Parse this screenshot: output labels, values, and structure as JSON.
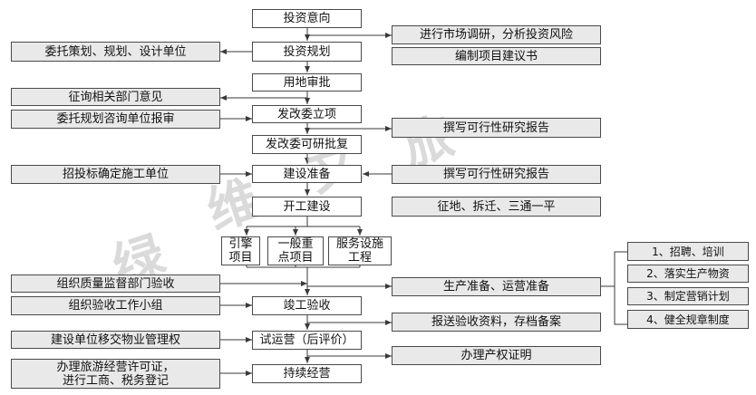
{
  "center_steps": {
    "s1": "投资意向",
    "s2": "投资规划",
    "s3": "用地审批",
    "s4": "发改委立项",
    "s5": "发改委可研批复",
    "s6": "建设准备",
    "s7": "开工建设",
    "s8": "竣工验收",
    "s9": "试运营（后评价）",
    "s10": "持续经营"
  },
  "sub_projects": {
    "a": "引擎\n项目",
    "b": "一般重\n点项目",
    "c": "服务设施\n工程"
  },
  "left_items": {
    "l1": "委托策划、规划、设计单位",
    "l2": "征询相关部门意见",
    "l3": "委托规划咨询单位报审",
    "l4": "招投标确定施工单位",
    "l5": "组织质量监督部门验收",
    "l6": "组织验收工作小组",
    "l7": "建设单位移交物业管理权",
    "l8": "办理旅游经营许可证，\n进行工商、税务登记"
  },
  "right_items": {
    "r1": "进行市场调研，分析投资风险",
    "r2": "编制项目建议书",
    "r3": "撰写可行性研究报告",
    "r4": "撰写可行性研究报告",
    "r5": "征地、拆迁、三通一平",
    "r6": "生产准备、运营准备",
    "r7": "报送验收资料，存档备案",
    "r8": "办理产权证明"
  },
  "operations_list": {
    "o1": "1、招聘、培训",
    "o2": "2、落实生产物资",
    "o3": "3、制定营销计划",
    "o4": "4、健全规章制度"
  },
  "watermark": {
    "c1": "绿",
    "c2": "维",
    "c3": "文",
    "c4": "旅"
  },
  "colors": {
    "line": "#3a3a3a",
    "border": "#4a4a4a",
    "grey_fill": "#e9e9e9"
  }
}
